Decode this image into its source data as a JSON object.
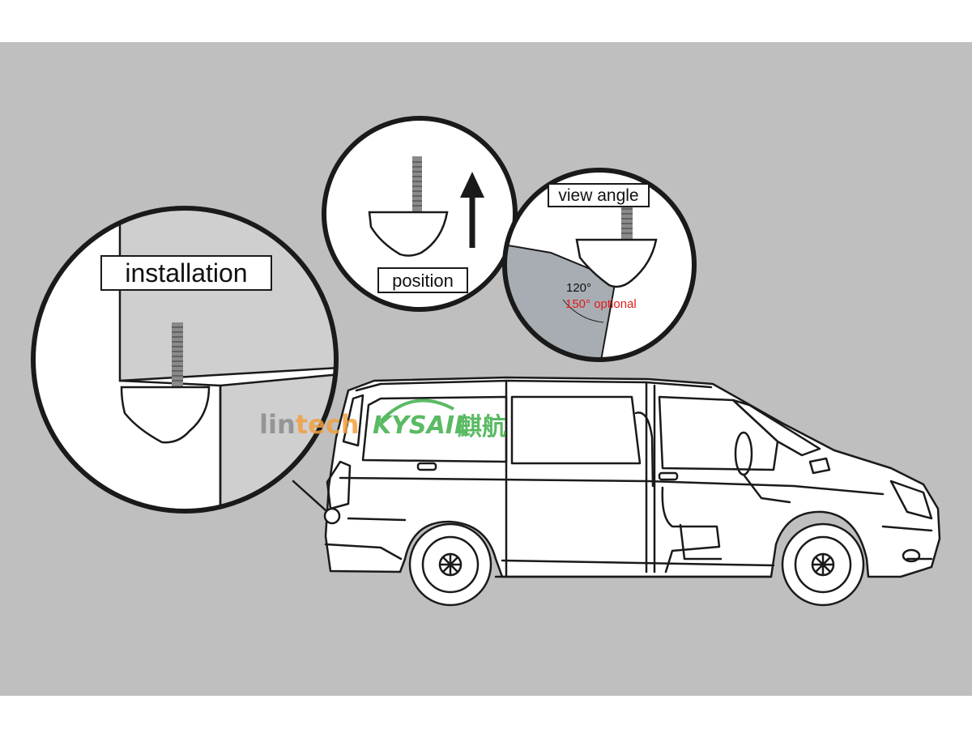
{
  "labels": {
    "installation": "installation",
    "position": "position",
    "view_angle": "view angle",
    "angle_standard": "120°",
    "angle_optional": "150° optional"
  },
  "watermark": {
    "brand_a_part1": "lin",
    "brand_a_part2": "tech",
    "brand_b": "KYSAIL",
    "brand_b_cjk": "麒航"
  },
  "colors": {
    "background": "#bfbfbf",
    "line": "#1a1a1a",
    "optional_text": "#e11b1b",
    "wall": "#cfcfcf",
    "view_zone": "#a8adb3",
    "watermark_gray": "#8c8c8c",
    "watermark_orange": "#f0a040",
    "watermark_green": "#3fae49"
  }
}
